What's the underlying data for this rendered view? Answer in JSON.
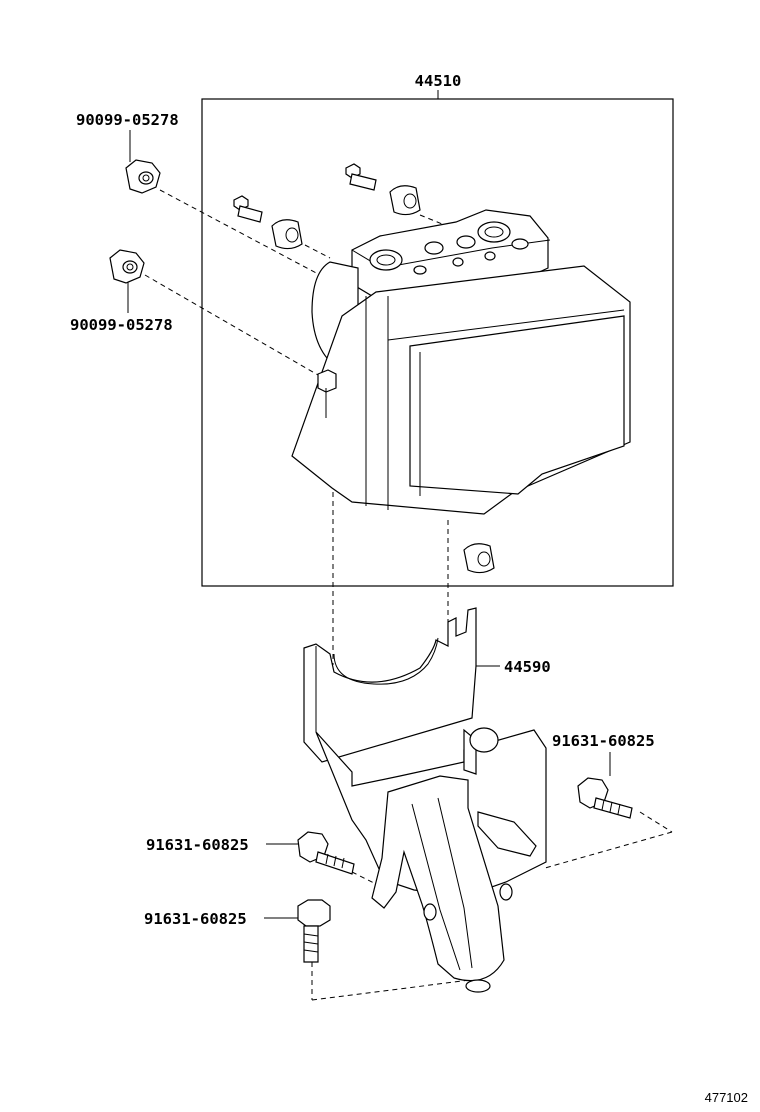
{
  "figure_id": "477102",
  "parts": {
    "abs_actuator_assembly": "44510",
    "actuator_bracket": "44590",
    "nut_upper": "90099-05278",
    "nut_lower": "90099-05278",
    "bolt_right": "91631-60825",
    "bolt_left_upper": "91631-60825",
    "bolt_left_lower": "91631-60825"
  }
}
